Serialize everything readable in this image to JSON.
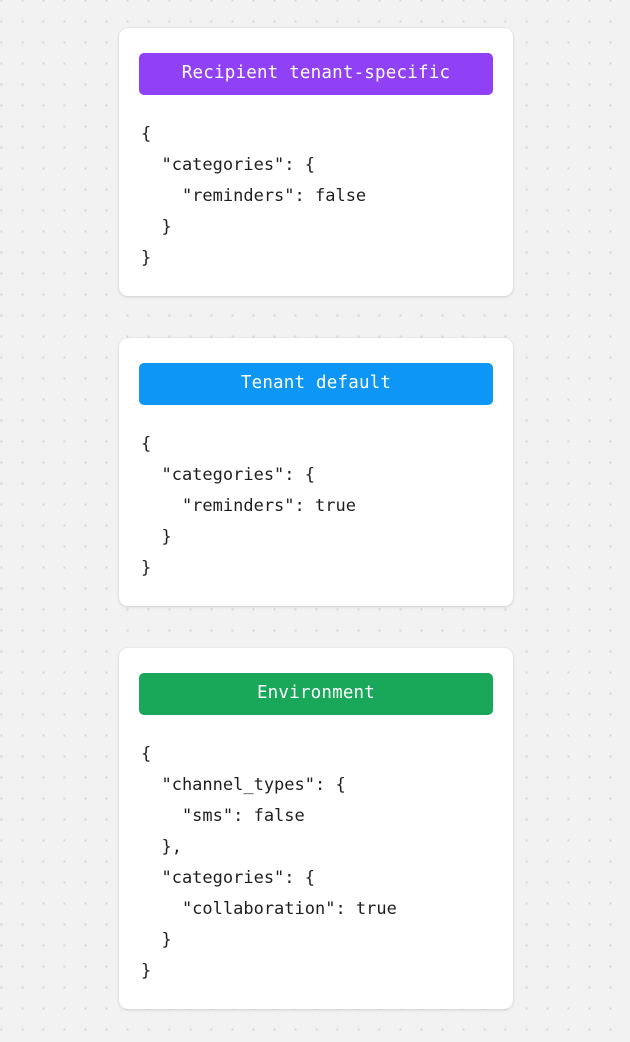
{
  "background": {
    "color": "#f2f2f2",
    "dot_color": "#d7d7d7",
    "pattern": "dot-grid"
  },
  "cards": [
    {
      "name": "recipient-tenant-specific",
      "header_label": "Recipient tenant-specific",
      "header_color": "#9040f5",
      "code": "{\n  \"categories\": {\n    \"reminders\": false\n  }\n}"
    },
    {
      "name": "tenant-default",
      "header_label": "Tenant default",
      "header_color": "#0d96f5",
      "code": "{\n  \"categories\": {\n    \"reminders\": true\n  }\n}"
    },
    {
      "name": "environment",
      "header_label": "Environment",
      "header_color": "#19a85a",
      "code": "{\n  \"channel_types\": {\n    \"sms\": false\n  },\n  \"categories\": {\n    \"collaboration\": true\n  }\n}"
    }
  ]
}
